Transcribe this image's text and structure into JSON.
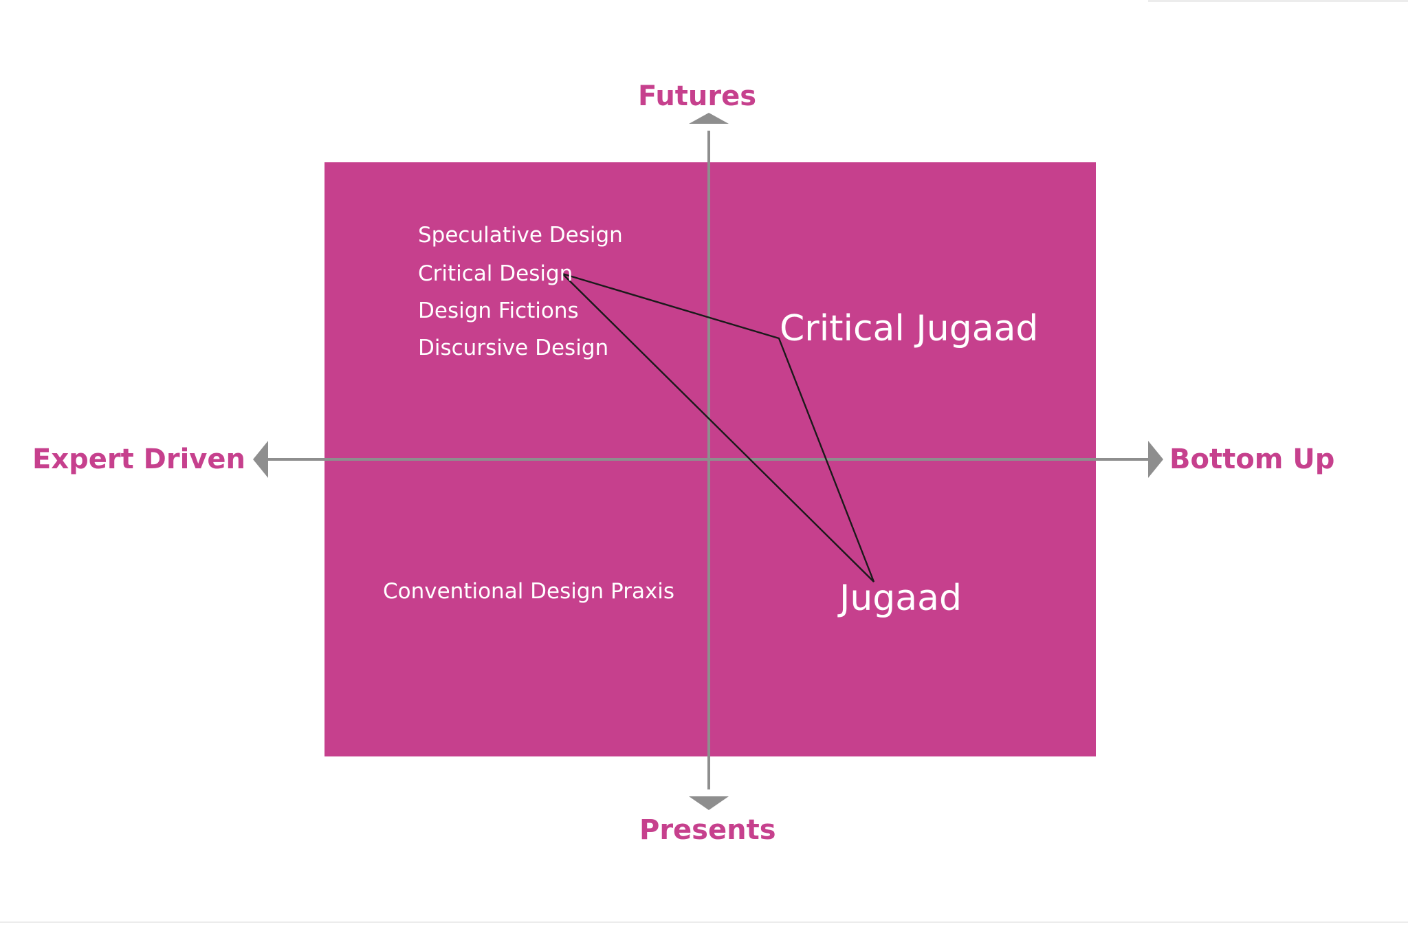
{
  "colors": {
    "field": "#c6408d",
    "label": "#c6408d",
    "axis": "#8e8e8e",
    "text_on_field": "#ffffff",
    "connector": "#1a1a1a",
    "rule": "#ececec"
  },
  "axes": {
    "top": "Futures",
    "bottom": "Presents",
    "left": "Expert Driven",
    "right": "Bottom Up"
  },
  "quadrants": {
    "top_left": {
      "items": [
        "Speculative Design",
        "Critical Design",
        "Design Fictions",
        "Discursive Design"
      ]
    },
    "top_right": {
      "label": "Critical Jugaad"
    },
    "bottom_left": {
      "label": "Conventional Design Praxis"
    },
    "bottom_right": {
      "label": "Jugaad"
    }
  }
}
